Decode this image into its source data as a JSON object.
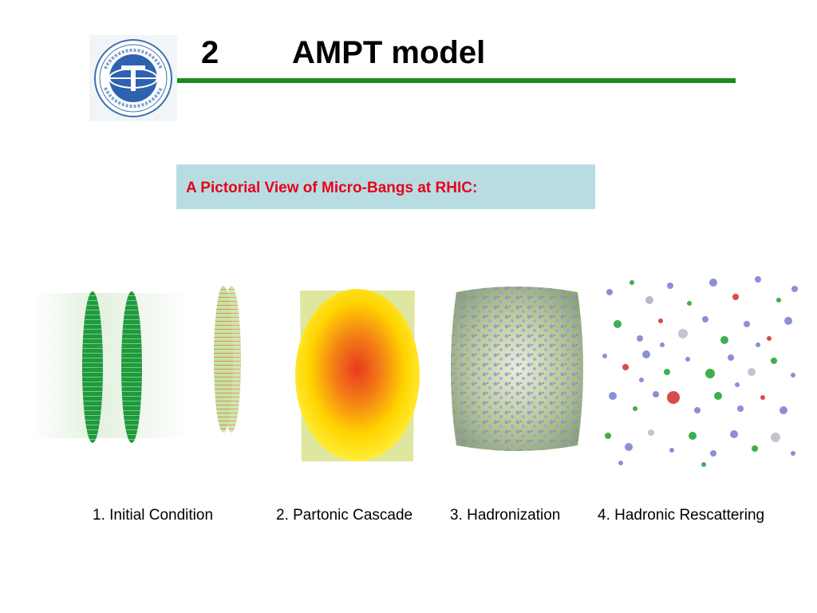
{
  "slide": {
    "section_number": "2",
    "title": "AMPT model",
    "subtitle": "A Pictorial View of Micro-Bangs at RHIC:"
  },
  "logo": {
    "icon": "university-seal-icon",
    "text": "UNIVERSITY OF GEOSCIENCES"
  },
  "stages": [
    {
      "caption": "1. Initial Condition",
      "icon": "nuclei-collision-icon"
    },
    {
      "caption": "2. Partonic Cascade",
      "icon": "hot-fireball-icon"
    },
    {
      "caption": "3. Hadronization",
      "icon": "hadronization-icon"
    },
    {
      "caption": "4. Hadronic Rescattering",
      "icon": "hadron-gas-icon"
    }
  ],
  "colors": {
    "title_rule": "#1f8a1f",
    "subtitle_text": "#e8001c",
    "subtitle_bg": "#b7dde2"
  }
}
